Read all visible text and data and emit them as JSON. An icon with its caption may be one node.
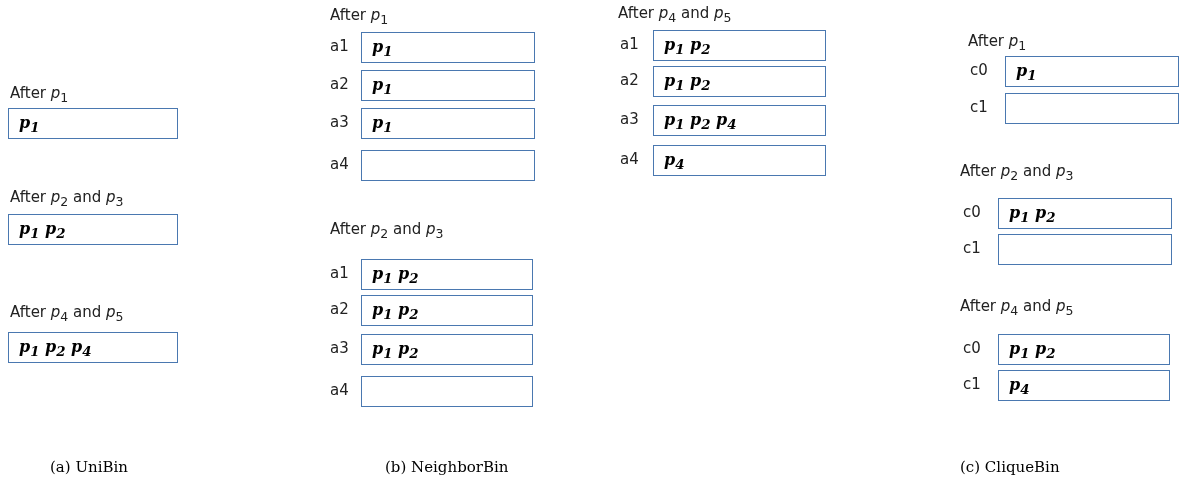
{
  "diagram": {
    "nodes": [
      {
        "text": [
          "p$_{1}$"
        ]
      },
      {
        "text": [
          "p$_{1}$ p$_{2}$"
        ]
      },
      {
        "text": [
          "p$_{1}$ p$_{2}$ p$_{4}$"
        ]
      },
      {
        "text": [
          "p$_{1}$"
        ],
        "beside": [
          "a1"
        ]
      },
      {
        "text": [
          "p$_{1}$"
        ],
        "beside": [
          "a2"
        ]
      },
      {
        "text": [
          "p$_{1}$"
        ],
        "beside": [
          "a3"
        ]
      },
      {
        "text": [],
        "shape": "box",
        "beside": [
          "a4"
        ]
      },
      {
        "text": [
          "p$_{1}$ p$_{2}$"
        ],
        "beside": [
          "a1"
        ]
      },
      {
        "text": [
          "p$_{1}$ p$_{2}$"
        ],
        "beside": [
          "a2"
        ]
      },
      {
        "text": [
          "p$_{1}$ p$_{2}$"
        ],
        "beside": [
          "a3"
        ]
      },
      {
        "text": [],
        "shape": "box",
        "beside": [
          "a4"
        ]
      },
      {
        "text": [
          "p$_{1}$ p$_{2}$"
        ],
        "beside": [
          "a1"
        ]
      },
      {
        "text": [
          "p$_{1}$ p$_{2}$"
        ],
        "beside": [
          "a2"
        ]
      },
      {
        "text": [
          "p$_{1}$ p$_{2}$ p$_{4}$"
        ],
        "beside": [
          "a3"
        ]
      },
      {
        "text": [
          "p$_{4}$"
        ],
        "beside": [
          "a4"
        ]
      },
      {
        "text": [
          "p$_{1}$"
        ],
        "beside": [
          "c0"
        ]
      },
      {
        "text": [],
        "shape": "box",
        "beside": [
          "c1"
        ]
      },
      {
        "text": [
          "p$_{1}$ p$_{2}$"
        ],
        "beside": [
          "c0"
        ]
      },
      {
        "text": [],
        "shape": "box",
        "beside": [
          "c1"
        ]
      },
      {
        "text": [
          "p$_{1}$ p$_{2}$"
        ],
        "beside": [
          "c0"
        ]
      },
      {
        "text": [
          "p$_{4}$"
        ],
        "beside": [
          "c1"
        ]
      }
    ],
    "labels": [
      "After *p*$_{1}$",
      "After *p*$_{2}$ and *p*$_{3}$",
      "After *p*$_{4}$ and *p*$_{5}$",
      "(a) UniBin",
      "After *p*$_{1}$",
      "After *p*$_{2}$ and *p*$_{3}$",
      "(b) NeighborBin",
      "After *p*$_{4}$ and *p*$_{5}$",
      "After *p*$_{1}$",
      "After *p*$_{2}$ and *p*$_{3}$",
      "After *p*$_{4}$ and *p*$_{5}$",
      "(c) CliqueBin"
    ]
  }
}
